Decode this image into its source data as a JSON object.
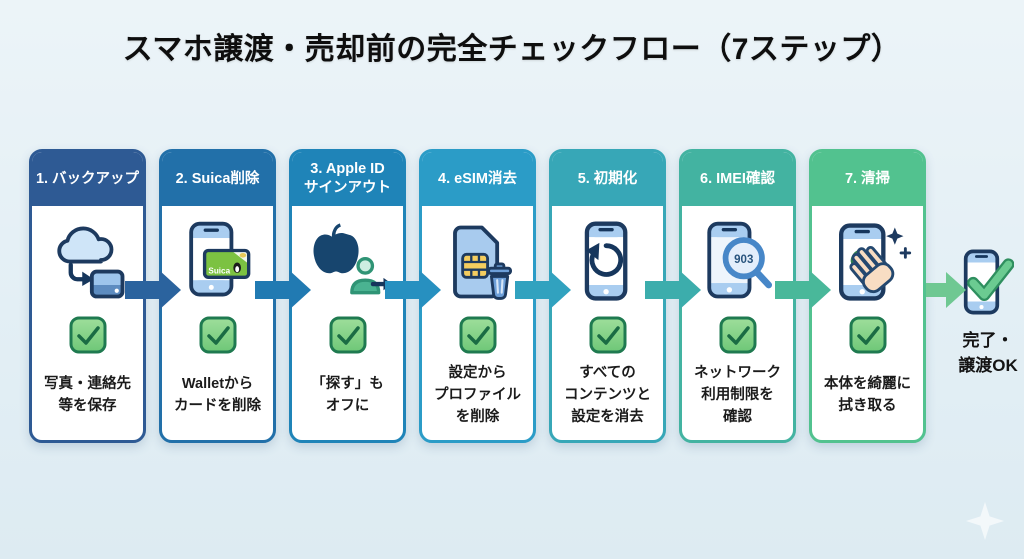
{
  "title": "スマホ譲渡・売却前の完全チェックフロー（7ステップ）",
  "steps": [
    {
      "header": "1. バックアップ",
      "caption": "写真・連絡先\n等を保存",
      "icon": "cloud-backup-icon",
      "header_color": "#2e5a94",
      "arrow_color": "#2b639e"
    },
    {
      "header": "2. Suica削除",
      "caption": "Walletから\nカードを削除",
      "icon": "suica-delete-icon",
      "header_color": "#2270a9",
      "arrow_color": "#217ab2"
    },
    {
      "header": "3. Apple ID\nサインアウト",
      "caption": "「探す」も\nオフに",
      "icon": "apple-signout-icon",
      "header_color": "#1f84b8",
      "arrow_color": "#2790c0"
    },
    {
      "header": "4. eSIM消去",
      "caption": "設定から\nプロファイル\nを削除",
      "icon": "esim-erase-icon",
      "header_color": "#2b9cc7",
      "arrow_color": "#31a2bf"
    },
    {
      "header": "5. 初期化",
      "caption": "すべての\nコンテンツと\n設定を消去",
      "icon": "factory-reset-icon",
      "header_color": "#37a7b7",
      "arrow_color": "#3cadac"
    },
    {
      "header": "6. IMEI確認",
      "caption": "ネットワーク\n利用制限を\n確認",
      "icon": "imei-check-icon",
      "header_color": "#43b3a1",
      "arrow_color": "#49b89a"
    },
    {
      "header": "7. 清掃",
      "caption": "本体を綺麗に\n拭き取る",
      "icon": "cleaning-icon",
      "header_color": "#52c28f",
      "arrow_color": "#6fc892"
    }
  ],
  "final": {
    "caption": "完了・\n譲渡OK"
  },
  "icon_labels": {
    "suica_card": "Suica",
    "imei_number": "903"
  },
  "colors": {
    "background_top": "#ecf4f8",
    "background_bottom": "#ddebf2",
    "check_fill": "#8ed893",
    "check_border": "#1f7a50",
    "phone_band_blue": "#a9cdf0",
    "navy_outline": "#1d3a5f"
  }
}
